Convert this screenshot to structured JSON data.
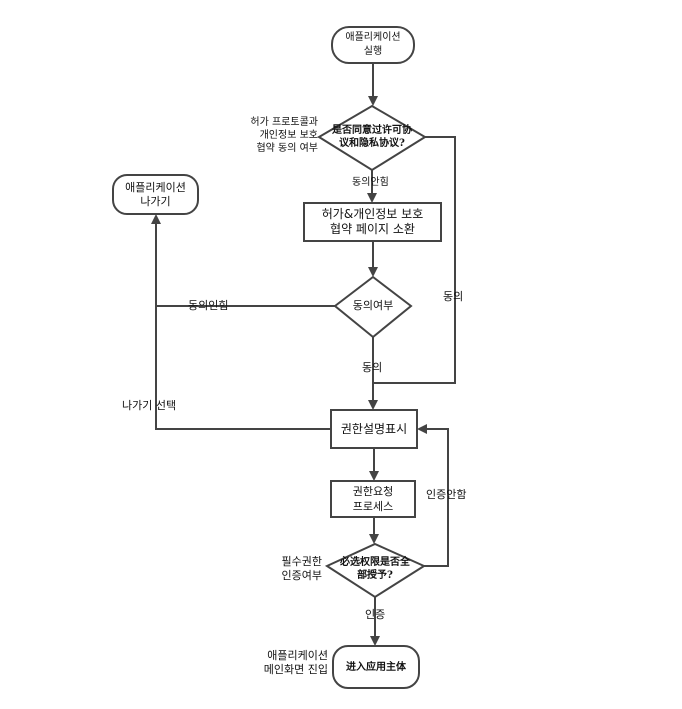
{
  "nodes": {
    "start": "애플리케이션\n실행",
    "consent_decision": "是否同意过许可协\n议和隐私协议?",
    "consent_decision_note": "허가 프로토콜과\n개인정보 보호\n협약 동의 여부",
    "call_page": "허가&개인정보 보호\n협약 페이지 소환",
    "agree_check": "동의여부",
    "permission_desc": "권한설명표시",
    "permission_request": "권한요청\n프로세스",
    "required_decision": "必选权限是否全\n部授予?",
    "required_decision_note": "필수권한\n인증여부",
    "exit_app": "애플리케이션\n나가기",
    "enter_main": "进入应用主体",
    "enter_main_note": "애플리케이션\n메인화면 진입"
  },
  "edges": {
    "not_agree_1": "동의안힘",
    "not_agree_2": "동의인힘",
    "agree_right": "동의",
    "agree_down": "동의",
    "exit_select": "나가기 선택",
    "not_auth": "인증안함",
    "auth": "인증"
  },
  "colors": {
    "stroke": "#444444",
    "background": "#ffffff"
  }
}
